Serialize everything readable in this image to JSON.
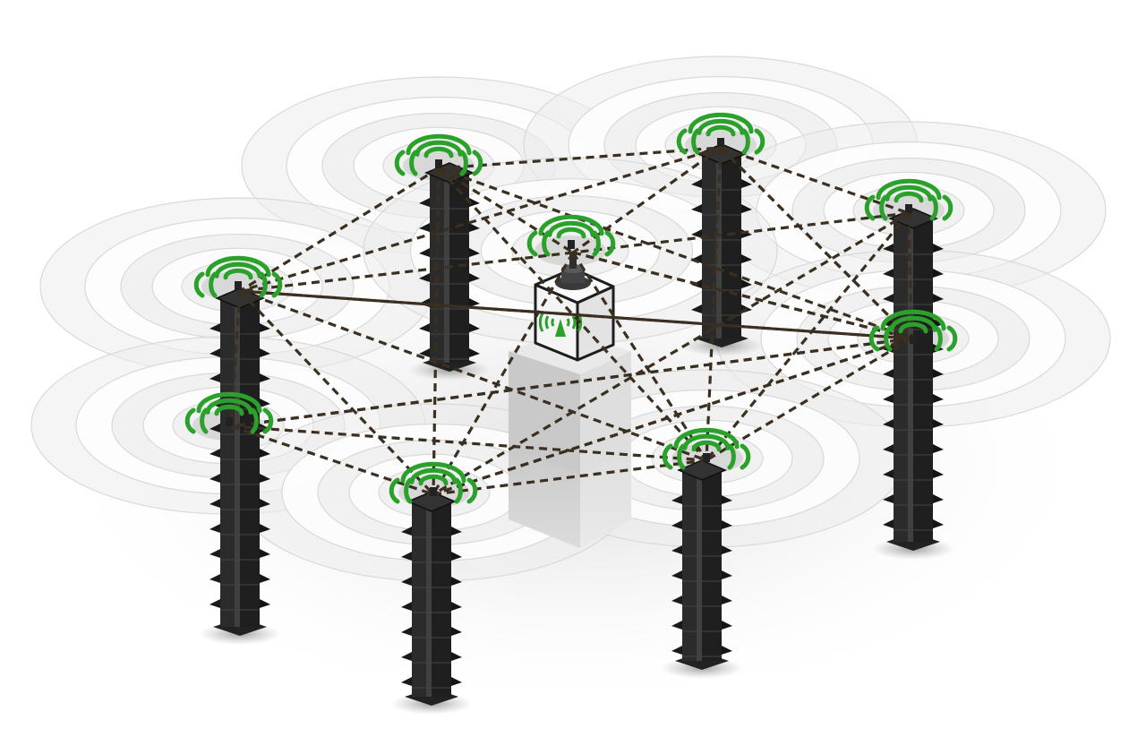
{
  "diagram": {
    "kind": "wireless-mesh-network",
    "colors": {
      "signal": "#2aa12a",
      "link": "#3a2f20",
      "pillar": "#2b2b2b",
      "pillar_highlight": "#4a4a4a",
      "ring_light": "#e6e6e6",
      "ring_dark": "#c9c9c9",
      "pedestal": "#d4d4d4",
      "gateway_box": "#f2f2f2"
    },
    "icons": [
      "wifi-signal-icon",
      "gateway-antenna-icon",
      "node-antenna-icon"
    ],
    "nodes": [
      {
        "id": "n1",
        "role": "node"
      },
      {
        "id": "n2",
        "role": "node"
      },
      {
        "id": "n3",
        "role": "node"
      },
      {
        "id": "n4",
        "role": "node"
      },
      {
        "id": "n5",
        "role": "node"
      },
      {
        "id": "n6",
        "role": "node"
      },
      {
        "id": "n7",
        "role": "node"
      },
      {
        "id": "n8",
        "role": "node"
      },
      {
        "id": "n9",
        "role": "node"
      },
      {
        "id": "gw",
        "role": "gateway"
      }
    ],
    "links": [
      [
        "n1",
        "n2"
      ],
      [
        "n1",
        "gw"
      ],
      [
        "n1",
        "n5"
      ],
      [
        "n1",
        "n4"
      ],
      [
        "n1",
        "n8"
      ],
      [
        "n1",
        "n7"
      ],
      [
        "n2",
        "n3"
      ],
      [
        "n2",
        "gw"
      ],
      [
        "n2",
        "n5"
      ],
      [
        "n2",
        "n9"
      ],
      [
        "n2",
        "n8"
      ],
      [
        "n2",
        "n4"
      ],
      [
        "n3",
        "gw"
      ],
      [
        "n3",
        "n9"
      ],
      [
        "n3",
        "n5"
      ],
      [
        "n3",
        "n7"
      ],
      [
        "n3",
        "n8"
      ],
      [
        "gw",
        "n9"
      ],
      [
        "gw",
        "n5"
      ],
      [
        "gw",
        "n4"
      ],
      [
        "gw",
        "n7"
      ],
      [
        "gw",
        "n8"
      ],
      [
        "n5",
        "n4"
      ],
      [
        "n5",
        "n6"
      ],
      [
        "n5",
        "n8"
      ],
      [
        "n5",
        "n7"
      ],
      [
        "n4",
        "n9"
      ],
      [
        "n4",
        "n6"
      ],
      [
        "n4",
        "n7"
      ],
      [
        "n4",
        "n8"
      ],
      [
        "n9",
        "n6"
      ],
      [
        "n9",
        "n7"
      ],
      [
        "n9",
        "n3"
      ],
      [
        "n6",
        "n7"
      ],
      [
        "n6",
        "n8"
      ],
      [
        "n7",
        "n8"
      ]
    ]
  }
}
